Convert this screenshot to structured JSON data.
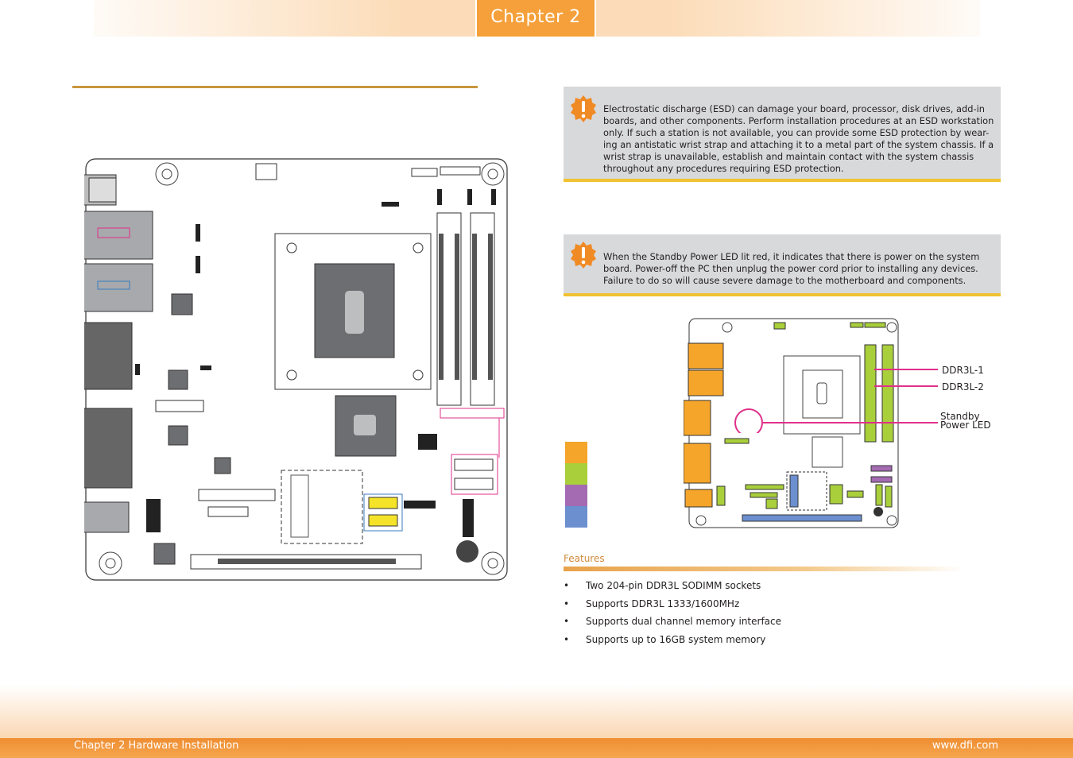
{
  "header": {
    "chapter_tab": "Chapter 2"
  },
  "notices": [
    {
      "icon": "warning-exclamation-icon",
      "text": "Electrostatic discharge (ESD) can damage your board, processor, disk drives, add-in boards, and other components. Perform installation procedures at an ESD workstation only. If such a station is not available, you can provide some ESD protection by wear-ing an antistatic wrist strap and attaching it to a metal part of the system chassis. If a wrist strap is unavailable, establish and maintain contact with the system chassis throughout any procedures requiring ESD protection."
    },
    {
      "icon": "warning-exclamation-icon",
      "text": "When the Standby Power LED lit red, it indicates that there is power on the system board. Power-off the PC then unplug the power cord prior to installing any devices. Failure to do so will cause severe damage to the motherboard and components."
    }
  ],
  "diagram": {
    "callouts": [
      "DDR3L-1",
      "DDR3L-2",
      "Standby Power LED"
    ],
    "swatch_colors": [
      "#f5a52a",
      "#a9cf3b",
      "#a46bb3",
      "#6b8fcf"
    ],
    "highlight_color": "#e0308a"
  },
  "features": {
    "title": "Features",
    "items": [
      "Two 204-pin DDR3L SODIMM sockets",
      "Supports DDR3L 1333/1600MHz",
      "Supports dual channel memory interface",
      "Supports up to 16GB system memory"
    ]
  },
  "footer": {
    "left": "Chapter 2 Hardware Installation",
    "right": "www.dfi.com"
  }
}
